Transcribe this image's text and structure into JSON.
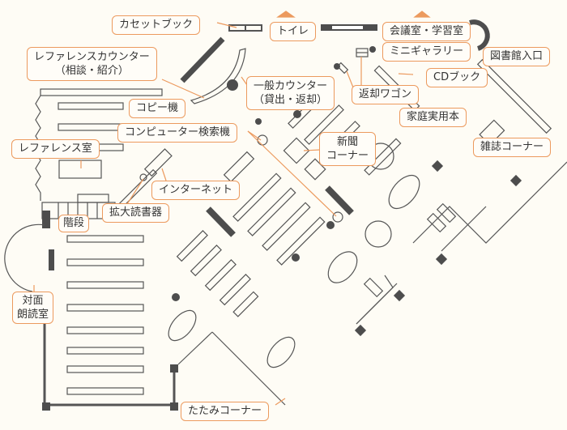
{
  "map": {
    "title": "図書館フロアマップ",
    "colors": {
      "background": "#fefcf5",
      "accent": "#ec9a5e",
      "wall": "#4d4d4d",
      "line": "#555555"
    },
    "labels": {
      "cassette_book": "カセットブック",
      "toilet": "トイレ",
      "meeting_room": "会議室・学習室",
      "mini_gallery": "ミニギャラリー",
      "library_entrance": "図書館入口",
      "reference_counter_line1": "レファレンスカウンター",
      "reference_counter_line2": "（相談・紹介）",
      "general_counter_line1": "一般カウンター",
      "general_counter_line2": "（貸出・返却）",
      "return_wagon": "返却ワゴン",
      "cd_book": "CDブック",
      "home_practical_books": "家庭実用本",
      "copy_machine": "コピー機",
      "computer_search": "コンピューター検索機",
      "newspaper_line1": "新聞",
      "newspaper_line2": "コーナー",
      "reference_room": "レファレンス室",
      "magazine_corner": "雑誌コーナー",
      "internet": "インターネット",
      "magnifier_reader": "拡大読書器",
      "stairs": "階段",
      "reading_room_line1": "対面",
      "reading_room_line2": "朗読室",
      "tatami_corner": "たたみコーナー"
    }
  }
}
